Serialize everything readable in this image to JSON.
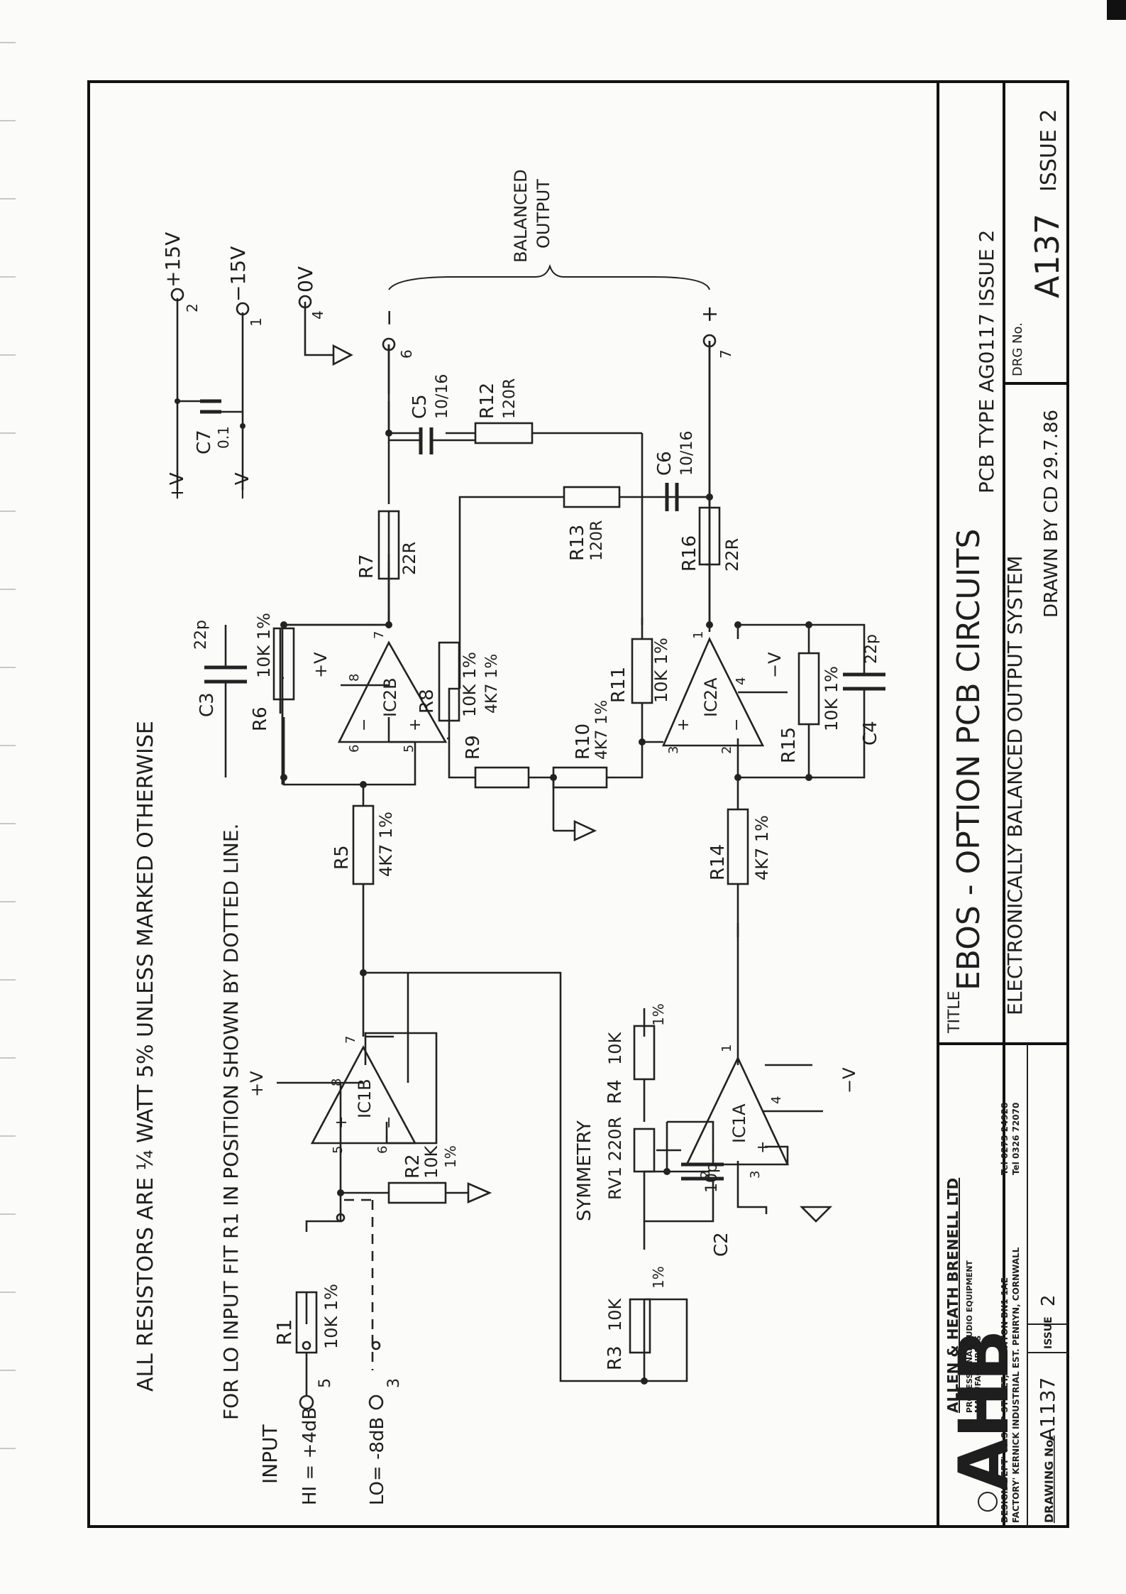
{
  "notes": {
    "resistors": "ALL RESISTORS ARE ¼ WATT 5% UNLESS MARKED OTHERWISE",
    "lo_input": "FOR LO INPUT FIT R1 IN POSITION SHOWN BY DOTTED LINE."
  },
  "input": {
    "title": "INPUT",
    "hi_label": "HI = +4dB",
    "hi_pin": "5",
    "lo_label": "LO= -8dB",
    "lo_pin": "3"
  },
  "output": {
    "balanced_line1": "BALANCED",
    "balanced_line2": "OUTPUT",
    "minus": "−",
    "plus": "+",
    "pin_minus": "6",
    "pin_plus": "7"
  },
  "supply": {
    "pos_label": "+15V",
    "neg_label": "−15V",
    "zero_label": "0V",
    "pos_pin": "2",
    "neg_pin": "1",
    "zero_pin": "4",
    "rail_pos": "+V",
    "rail_neg": "−V"
  },
  "components": {
    "R1": [
      "R1",
      "10K 1%"
    ],
    "R2": [
      "R2",
      "10K",
      "1%"
    ],
    "R3": [
      "R3",
      "10K",
      "1%"
    ],
    "RV1": [
      "SYMMETRY",
      "RV1 220R"
    ],
    "R4": [
      "R4",
      "10K",
      "1%"
    ],
    "C2": [
      "C2",
      "10p"
    ],
    "R5": [
      "R5",
      "4K7 1%"
    ],
    "R6": [
      "R6",
      "10K 1%"
    ],
    "C3": [
      "C3",
      "22p"
    ],
    "R7": [
      "R7",
      "22R"
    ],
    "R8": [
      "R8",
      "10K 1%"
    ],
    "R9": [
      "R9",
      "4K7 1%"
    ],
    "R10": [
      "R10",
      "4K7 1%"
    ],
    "R11": [
      "R11",
      "10K 1%"
    ],
    "R12": [
      "R12",
      "120R"
    ],
    "R13": [
      "R13",
      "120R"
    ],
    "R14": [
      "R14",
      "4K7 1%"
    ],
    "R15": [
      "R15",
      "10K 1%"
    ],
    "C4": [
      "C4",
      "22p"
    ],
    "R16": [
      "R16",
      "22R"
    ],
    "C5": [
      "C5",
      "10/16"
    ],
    "C6": [
      "C6",
      "10/16"
    ],
    "C7": [
      "C7",
      "0.1"
    ]
  },
  "opamps": {
    "IC1B": {
      "name": "IC1B",
      "minus": "−",
      "plus": "+",
      "pins": [
        "5",
        "6",
        "7",
        "8"
      ],
      "rail": "+V"
    },
    "IC1A": {
      "name": "IC1A",
      "minus": "−",
      "plus": "+",
      "pins": [
        "2",
        "3",
        "1",
        "4"
      ],
      "rail": "−V"
    },
    "IC2B": {
      "name": "IC2B",
      "minus": "−",
      "plus": "+",
      "pins": [
        "6",
        "5",
        "7",
        "8"
      ],
      "rail": "+V"
    },
    "IC2A": {
      "name": "IC2A",
      "minus": "−",
      "plus": "+",
      "pins": [
        "3",
        "2",
        "1",
        "4"
      ],
      "rail": "−V"
    }
  },
  "title_block": {
    "company": "ALLEN & HEATH BRENELL LTD",
    "company_sub1": "PROFESSIONAL AUDIO EQUIPMENT",
    "company_sub2": "MANUFACTURERS",
    "logo": "AHB",
    "address1": "DESIGN DEPT' 69 SHIP STREET, BRIGHTON BN1 1AE",
    "address2": "FACTORY' KERNICK INDUSTRIAL EST. PENRYN, CORNWALL",
    "tel1": "Tel 0273 24928",
    "tel2": "Tel 0326 72070",
    "drawing_no_label": "DRAWING No.",
    "drawing_no": "A1137",
    "issue_label": "ISSUE",
    "issue": "2",
    "title_label": "TITLE",
    "title": "EBOS - OPTION   PCB CIRCUITS",
    "subtitle": "ELECTRONICALLY BALANCED OUTPUT SYSTEM",
    "pcb_type": "PCB TYPE AG0117 ISSUE 2",
    "drawn_by": "DRAWN BY CD 29.7.86",
    "drg_no_label": "DRG No.",
    "drg_no": "A137",
    "drg_issue": "ISSUE 2"
  }
}
